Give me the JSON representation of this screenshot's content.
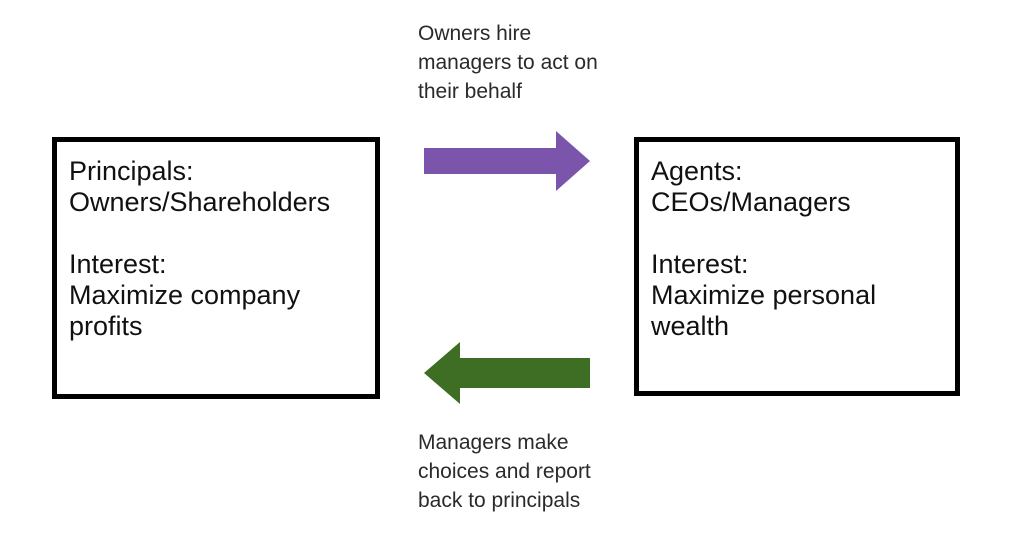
{
  "colors": {
    "arrow_to_agents": "#7b55ab",
    "arrow_to_principals": "#3d6e24",
    "box_border": "#000000"
  },
  "principals": {
    "role_label": "Principals:",
    "role_value": "Owners/Shareholders",
    "interest_label": "Interest:",
    "interest_line1": "Maximize company",
    "interest_line2": "profits"
  },
  "agents": {
    "role_label": "Agents:",
    "role_value": "CEOs/Managers",
    "interest_label": "Interest:",
    "interest_line1": "Maximize personal",
    "interest_line2": "wealth"
  },
  "top_caption": {
    "line1": "Owners hire",
    "line2": "managers to act on",
    "line3": "their behalf"
  },
  "bottom_caption": {
    "line1": "Managers make",
    "line2": "choices and report",
    "line3": "back to principals"
  },
  "icons": {
    "top_arrow": "arrow-right-icon",
    "bottom_arrow": "arrow-left-icon"
  }
}
